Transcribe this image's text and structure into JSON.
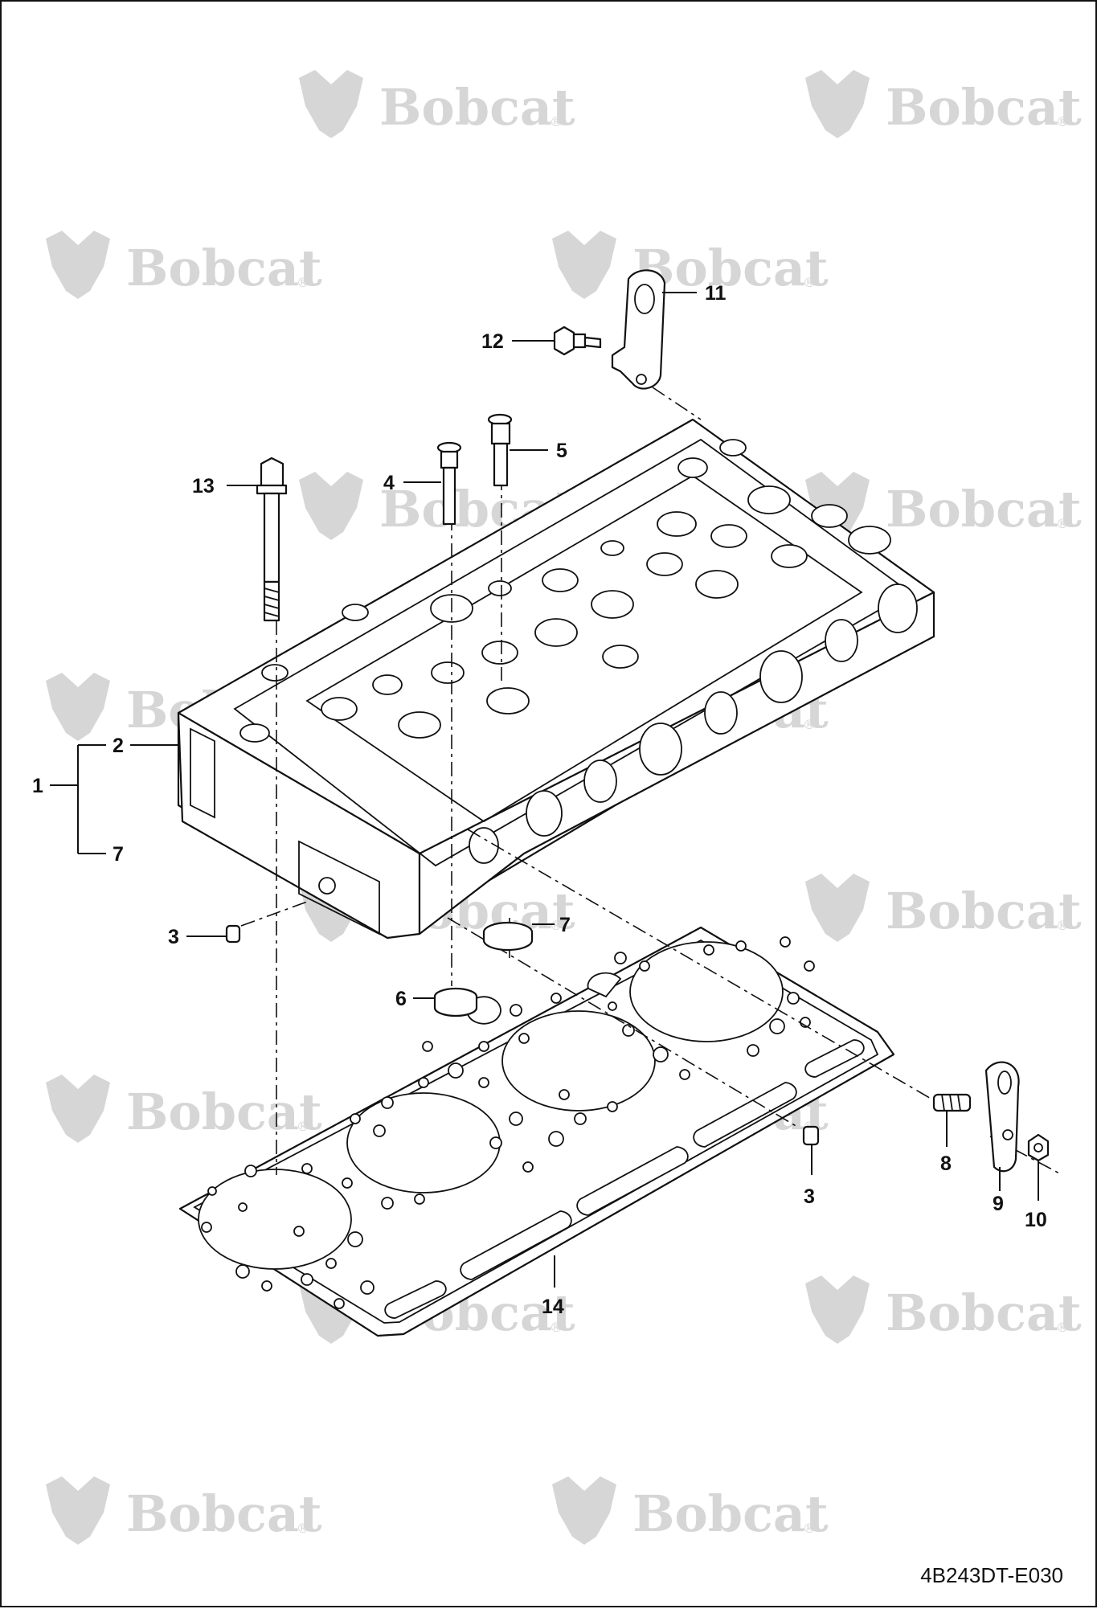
{
  "watermark": {
    "brand": "Bobcat",
    "registered": "®"
  },
  "reference_code": "4B243DT-E030",
  "callouts": [
    {
      "id": "c1",
      "label": "1"
    },
    {
      "id": "c2",
      "label": "2"
    },
    {
      "id": "c7a",
      "label": "7"
    },
    {
      "id": "c3a",
      "label": "3"
    },
    {
      "id": "c4",
      "label": "4"
    },
    {
      "id": "c5",
      "label": "5"
    },
    {
      "id": "c6",
      "label": "6"
    },
    {
      "id": "c7b",
      "label": "7"
    },
    {
      "id": "c11",
      "label": "11"
    },
    {
      "id": "c12",
      "label": "12"
    },
    {
      "id": "c13",
      "label": "13"
    },
    {
      "id": "c3b",
      "label": "3"
    },
    {
      "id": "c8",
      "label": "8"
    },
    {
      "id": "c9",
      "label": "9"
    },
    {
      "id": "c10",
      "label": "10"
    },
    {
      "id": "c14",
      "label": "14"
    }
  ]
}
